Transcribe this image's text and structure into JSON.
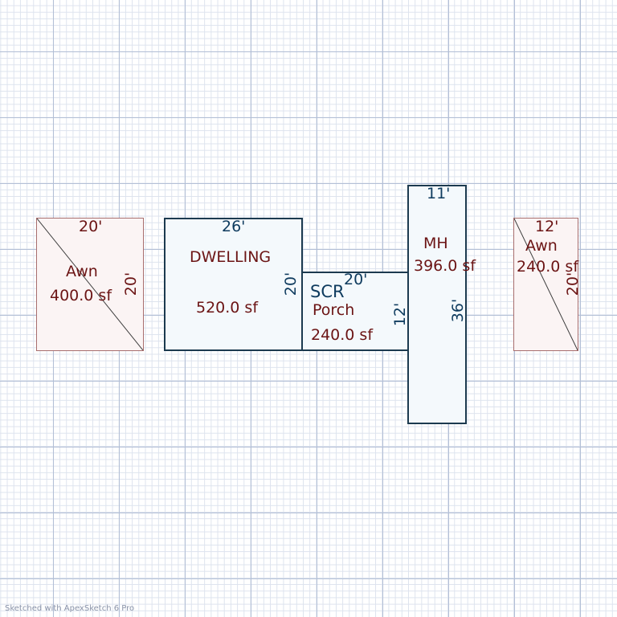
{
  "rooms": {
    "awn_left": {
      "dim_top": "20'",
      "dim_side": "20'",
      "name": "Awn",
      "area": "400.0 sf"
    },
    "dwelling": {
      "dim_top": "26'",
      "dim_side": "20'",
      "name": "DWELLING",
      "area": "520.0 sf"
    },
    "porch": {
      "dim_top": "20'",
      "dim_side": "12'",
      "name_line1": "SCR",
      "name_line2": "Porch",
      "area": "240.0 sf"
    },
    "mh": {
      "dim_top": "11'",
      "dim_side": "36'",
      "name": "MH",
      "area": "396.0 sf"
    },
    "awn_right": {
      "dim_top": "12'",
      "dim_side": "20'",
      "name": "Awn",
      "area": "240.0 sf"
    }
  },
  "watermark": "Sketched with ApexSketch 6 Pro",
  "colors": {
    "outline": "#1c3a4f",
    "area_label": "#6b1414",
    "dim_label_blue": "#0e3b5e",
    "awn_fill": "#fbf4f4",
    "room_fill": "#f4f9fc",
    "grid_major": "#b3bfd6",
    "grid_minor": "#dde3ee"
  }
}
